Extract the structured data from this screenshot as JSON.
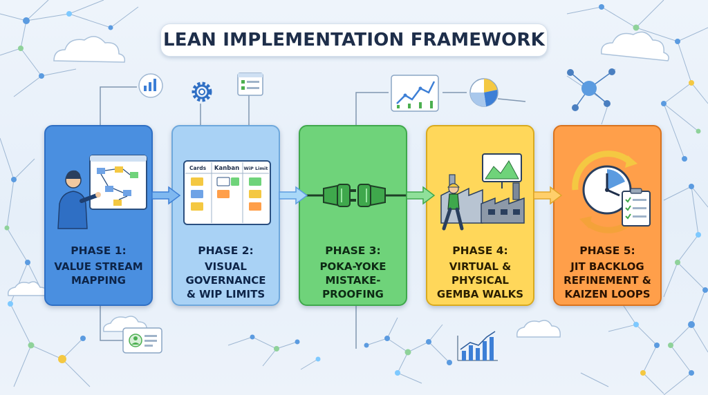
{
  "title": "LEAN IMPLEMENTATION FRAMEWORK",
  "phases": [
    {
      "title": "PHASE 1:",
      "lines": [
        "VALUE STREAM",
        "MAPPING"
      ],
      "color": "#4a8fe0"
    },
    {
      "title": "PHASE 2:",
      "lines": [
        "VISUAL",
        "GOVERNANCE",
        "& WIP LIMITS"
      ],
      "color": "#a9d2f5"
    },
    {
      "title": "PHASE 3:",
      "lines": [
        "POKA-YOKE",
        "MISTAKE-",
        "PROOFING"
      ],
      "color": "#6fd37a"
    },
    {
      "title": "PHASE 4:",
      "lines": [
        "VIRTUAL &",
        "PHYSICAL",
        "GEMBA WALKS"
      ],
      "color": "#ffd75a"
    },
    {
      "title": "PHASE 5:",
      "lines": [
        "JIT BACKLOG",
        "REFINEMENT &",
        "KAIZEN LOOPS"
      ],
      "color": "#ff9f4a"
    }
  ],
  "kanban_board": {
    "columns": [
      "Cards",
      "Kanban",
      "WiP Limit"
    ]
  },
  "icons": [
    "bar-chart-icon",
    "gear-icon",
    "checklist-icon",
    "line-chart-icon",
    "pie-chart-icon",
    "network-icon",
    "id-card-icon",
    "growth-chart-icon",
    "cloud-icon"
  ]
}
